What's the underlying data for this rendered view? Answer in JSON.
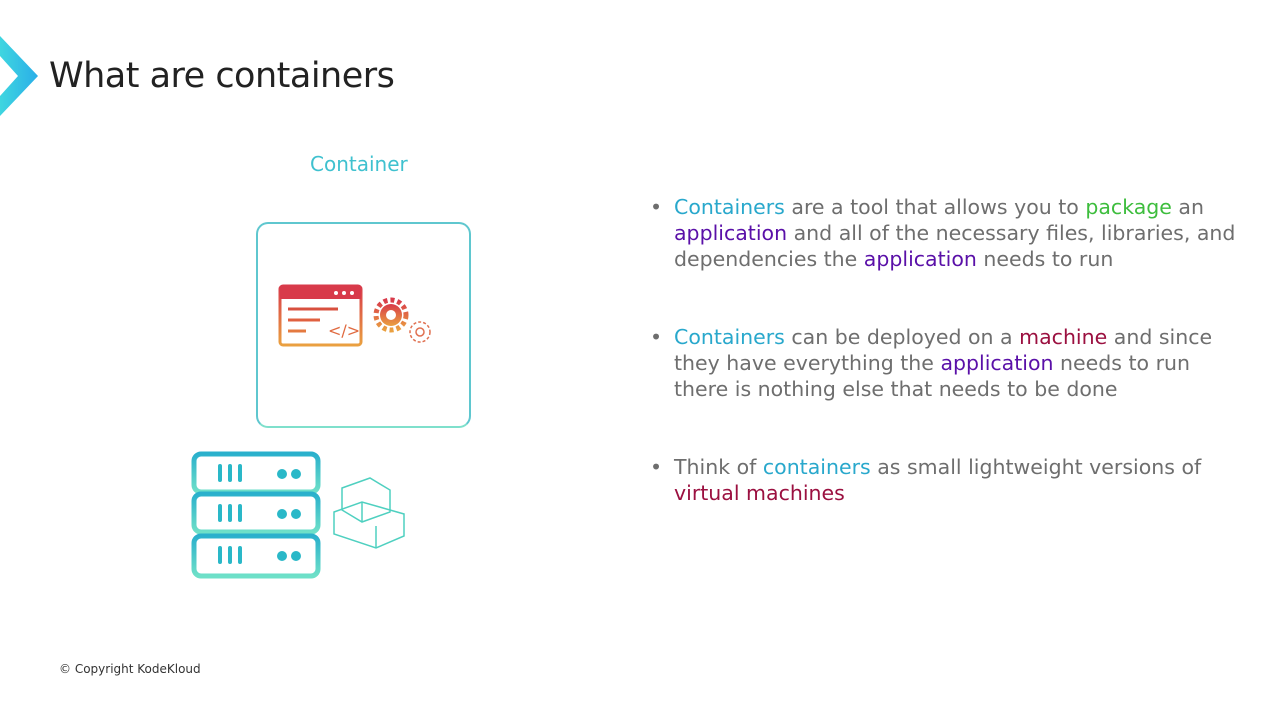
{
  "title": "What are containers",
  "diagram": {
    "container_label": "Container"
  },
  "colors": {
    "accent": "#29a8cc",
    "green": "#3dbd3d",
    "purple": "#5a10a8",
    "crimson": "#9b1040",
    "text": "#6e6e6e"
  },
  "bullets": [
    {
      "segments": [
        {
          "t": "Containers",
          "c": "#29a8cc"
        },
        {
          "t": " are a tool that allows you to "
        },
        {
          "t": "package",
          "c": "#3dbd3d"
        },
        {
          "t": " an "
        },
        {
          "t": "application",
          "c": "#5a10a8"
        },
        {
          "t": " and all of the necessary files, libraries, and dependencies the "
        },
        {
          "t": "application",
          "c": "#5a10a8"
        },
        {
          "t": " needs to run"
        }
      ]
    },
    {
      "segments": [
        {
          "t": "Containers",
          "c": "#29a8cc"
        },
        {
          "t": " can be deployed on a "
        },
        {
          "t": "machine",
          "c": "#9b1040"
        },
        {
          "t": " and since they have everything the "
        },
        {
          "t": "application",
          "c": "#5a10a8"
        },
        {
          "t": " needs to run there is nothing else that needs to be done"
        }
      ]
    },
    {
      "segments": [
        {
          "t": "Think of "
        },
        {
          "t": "containers",
          "c": "#29a8cc"
        },
        {
          "t": " as small lightweight versions of "
        },
        {
          "t": "virtual machines",
          "c": "#9b1040"
        }
      ]
    }
  ],
  "bullet_char": "•",
  "footer": "© Copyright KodeKloud"
}
